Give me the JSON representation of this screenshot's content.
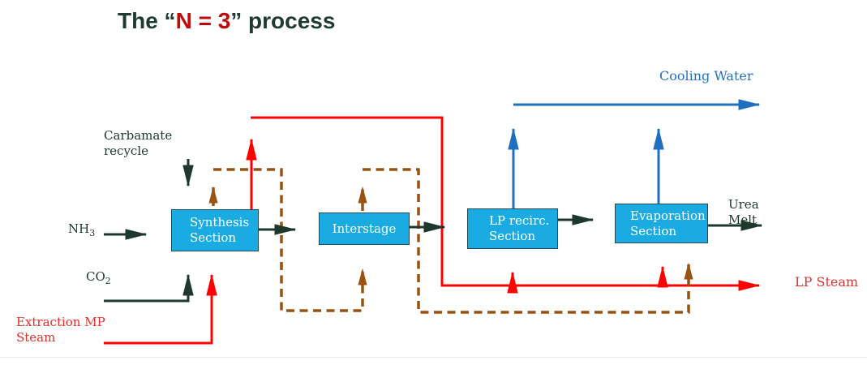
{
  "title": {
    "prefix": "The “",
    "highlight": "N = 3",
    "suffix": "” process"
  },
  "colors": {
    "box_fill": "#1babe3",
    "box_border": "#2a4a52",
    "flow_black": "#1e382e",
    "flow_red": "#fe0000",
    "flow_blue": "#1f6fc0",
    "flow_brown": "#9a5210",
    "label_red": "#e3302b",
    "label_blue": "#2272c3",
    "title_dark": "#1e3b32",
    "title_red": "#c00b0b"
  },
  "boxes": {
    "synthesis": {
      "line1": "Synthesis",
      "line2": "Section"
    },
    "interstage": {
      "line1": "Interstage"
    },
    "lp_recirc": {
      "line1": "LP recirc.",
      "line2": "Section"
    },
    "evaporation": {
      "line1": "Evaporation",
      "line2": "Section"
    }
  },
  "labels": {
    "carbamate_recycle": {
      "line1": "Carbamate",
      "line2": "recycle"
    },
    "nh3": {
      "base": "NH",
      "sub": "3"
    },
    "co2": {
      "base": "CO",
      "sub": "2"
    },
    "extraction_mp_steam": {
      "line1": "Extraction MP",
      "line2": "Steam"
    },
    "cooling_water": "Cooling Water",
    "urea_melt": {
      "line1": "Urea",
      "line2": "Melt"
    },
    "lp_steam": "LP Steam"
  },
  "flows": [
    {
      "name": "nh3-feed",
      "style": "solid black",
      "from": "NH3 label",
      "to": "Synthesis Section (left)"
    },
    {
      "name": "carbamate-recycle",
      "style": "solid black",
      "from": "Carbamate recycle",
      "to": "Synthesis Section (top)"
    },
    {
      "name": "co2-feed",
      "style": "solid black",
      "from": "CO2 label",
      "to": "Synthesis Section (bottom)"
    },
    {
      "name": "main-process-line",
      "style": "solid black",
      "from": "Synthesis Section",
      "to": "Interstage > LP recirc. Section > Evaporation Section > Urea Melt"
    },
    {
      "name": "extraction-mp-steam",
      "style": "solid red",
      "from": "Extraction MP Steam",
      "to": "Synthesis Section (bottom)"
    },
    {
      "name": "lp-steam-header",
      "style": "solid red",
      "from": "Synthesis Section (top)",
      "to": "LP recirc. Section, Evaporation Section, LP Steam outlet"
    },
    {
      "name": "cooling-water",
      "style": "solid blue",
      "from": "LP recirc. Section and Evaporation Section (tops)",
      "to": "Cooling Water outlet"
    },
    {
      "name": "vapor-recycle-1",
      "style": "dashed brown",
      "from": "Synthesis Section (top)",
      "to": "Interstage (bottom)"
    },
    {
      "name": "vapor-recycle-2",
      "style": "dashed brown",
      "from": "Interstage (top)",
      "to": "Evaporation Section (bottom)"
    }
  ]
}
